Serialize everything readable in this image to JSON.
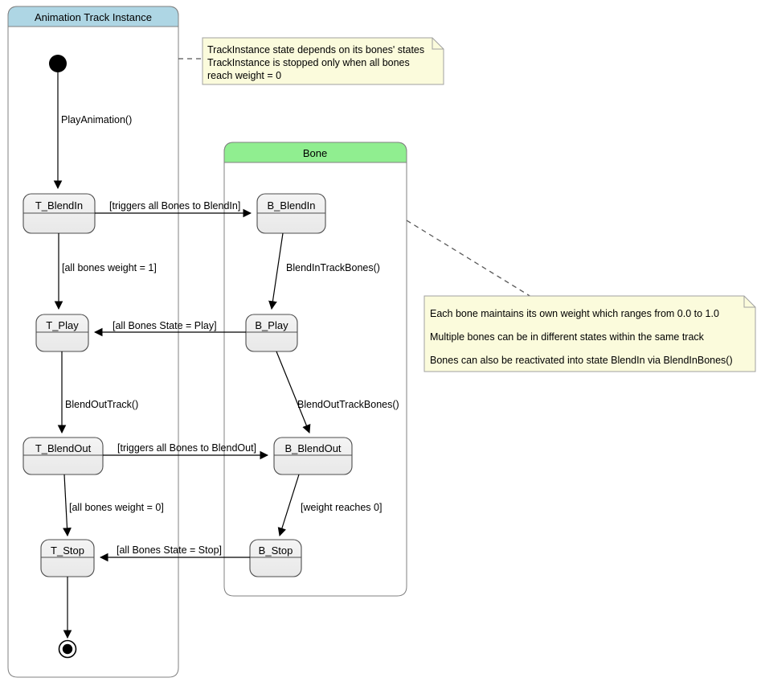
{
  "diagram": {
    "type": "uml-state-machine",
    "background": "#ffffff"
  },
  "colors": {
    "track_header": "#AED6E4",
    "bone_header": "#90EE90",
    "state_fill": "#EEEEEE",
    "container_fill": "#FFFFFF",
    "note_fill": "#FBFBDC",
    "note_border": "#A0A0A0",
    "state_border": "#4D4D4D",
    "container_border": "#808080",
    "line": "#000000"
  },
  "containers": [
    {
      "id": "track",
      "label": "Animation Track Instance",
      "header_color": "#AED6E4"
    },
    {
      "id": "bone",
      "label": "Bone",
      "header_color": "#90EE90"
    }
  ],
  "states": {
    "track": [
      {
        "id": "t_blendin",
        "label": "T_BlendIn"
      },
      {
        "id": "t_play",
        "label": "T_Play"
      },
      {
        "id": "t_blendout",
        "label": "T_BlendOut"
      },
      {
        "id": "t_stop",
        "label": "T_Stop"
      }
    ],
    "bone": [
      {
        "id": "b_blendin",
        "label": "B_BlendIn"
      },
      {
        "id": "b_play",
        "label": "B_Play"
      },
      {
        "id": "b_blendout",
        "label": "B_BlendOut"
      },
      {
        "id": "b_stop",
        "label": "B_Stop"
      }
    ]
  },
  "pseudostates": [
    {
      "id": "initial",
      "kind": "initial-node"
    },
    {
      "id": "final",
      "kind": "final-node"
    }
  ],
  "transitions": [
    {
      "id": "tr1",
      "from": "initial",
      "to": "t_blendin",
      "label": "PlayAnimation()"
    },
    {
      "id": "tr2",
      "from": "t_blendin",
      "to": "b_blendin",
      "label": "[triggers all Bones to BlendIn]"
    },
    {
      "id": "tr3",
      "from": "t_blendin",
      "to": "t_play",
      "label": "[all bones weight = 1]"
    },
    {
      "id": "tr4",
      "from": "b_blendin",
      "to": "b_play",
      "label": "BlendInTrackBones()"
    },
    {
      "id": "tr5",
      "from": "b_play",
      "to": "t_play",
      "label": "[all Bones State = Play]"
    },
    {
      "id": "tr6",
      "from": "t_play",
      "to": "t_blendout",
      "label": "BlendOutTrack()"
    },
    {
      "id": "tr7",
      "from": "b_play",
      "to": "b_blendout",
      "label": "BlendOutTrackBones()"
    },
    {
      "id": "tr8",
      "from": "t_blendout",
      "to": "b_blendout",
      "label": "[triggers all Bones to BlendOut]"
    },
    {
      "id": "tr9",
      "from": "t_blendout",
      "to": "t_stop",
      "label": "[all bones weight = 0]"
    },
    {
      "id": "tr10",
      "from": "b_blendout",
      "to": "b_stop",
      "label": "[weight reaches 0]"
    },
    {
      "id": "tr11",
      "from": "b_stop",
      "to": "t_stop",
      "label": "[all Bones State = Stop]"
    },
    {
      "id": "tr12",
      "from": "t_stop",
      "to": "final",
      "label": ""
    }
  ],
  "notes": [
    {
      "id": "note-track",
      "anchor": "track-container",
      "lines": [
        "TrackInstance state depends on its bones' states",
        "TrackInstance is stopped only when all bones",
        "reach weight = 0"
      ]
    },
    {
      "id": "note-bone",
      "anchor": "bone-container",
      "lines": [
        "Each bone maintains its own weight which ranges from 0.0 to 1.0",
        "",
        "Multiple bones can be in different states within the same track",
        "",
        "Bones can also be reactivated into state BlendIn via BlendInBones()"
      ]
    }
  ]
}
